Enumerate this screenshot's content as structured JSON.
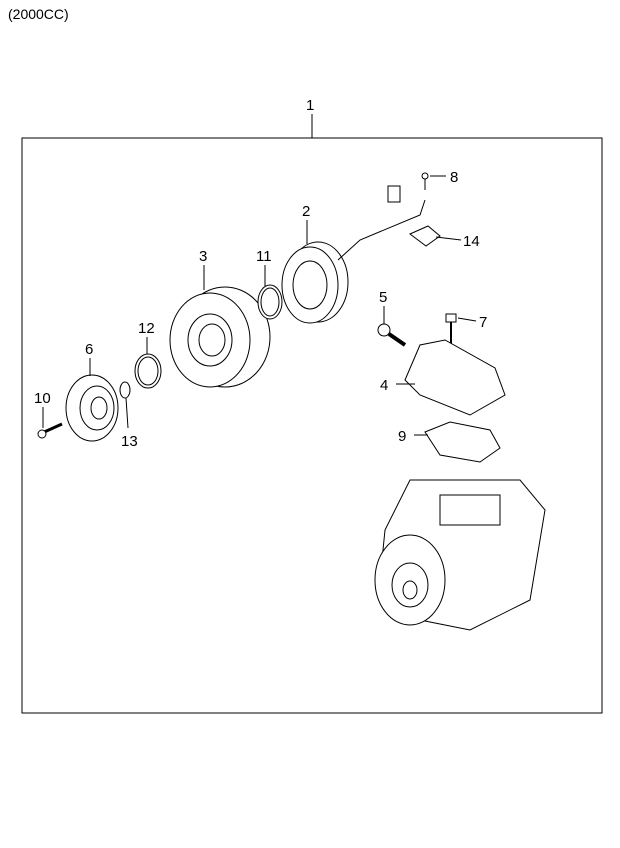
{
  "header": {
    "title": "(2000CC)"
  },
  "callouts": {
    "c1": "1",
    "c2": "2",
    "c3": "3",
    "c4": "4",
    "c5": "5",
    "c6": "6",
    "c7": "7",
    "c8": "8",
    "c9": "9",
    "c10": "10",
    "c11": "11",
    "c12": "12",
    "c13": "13",
    "c14": "14"
  }
}
